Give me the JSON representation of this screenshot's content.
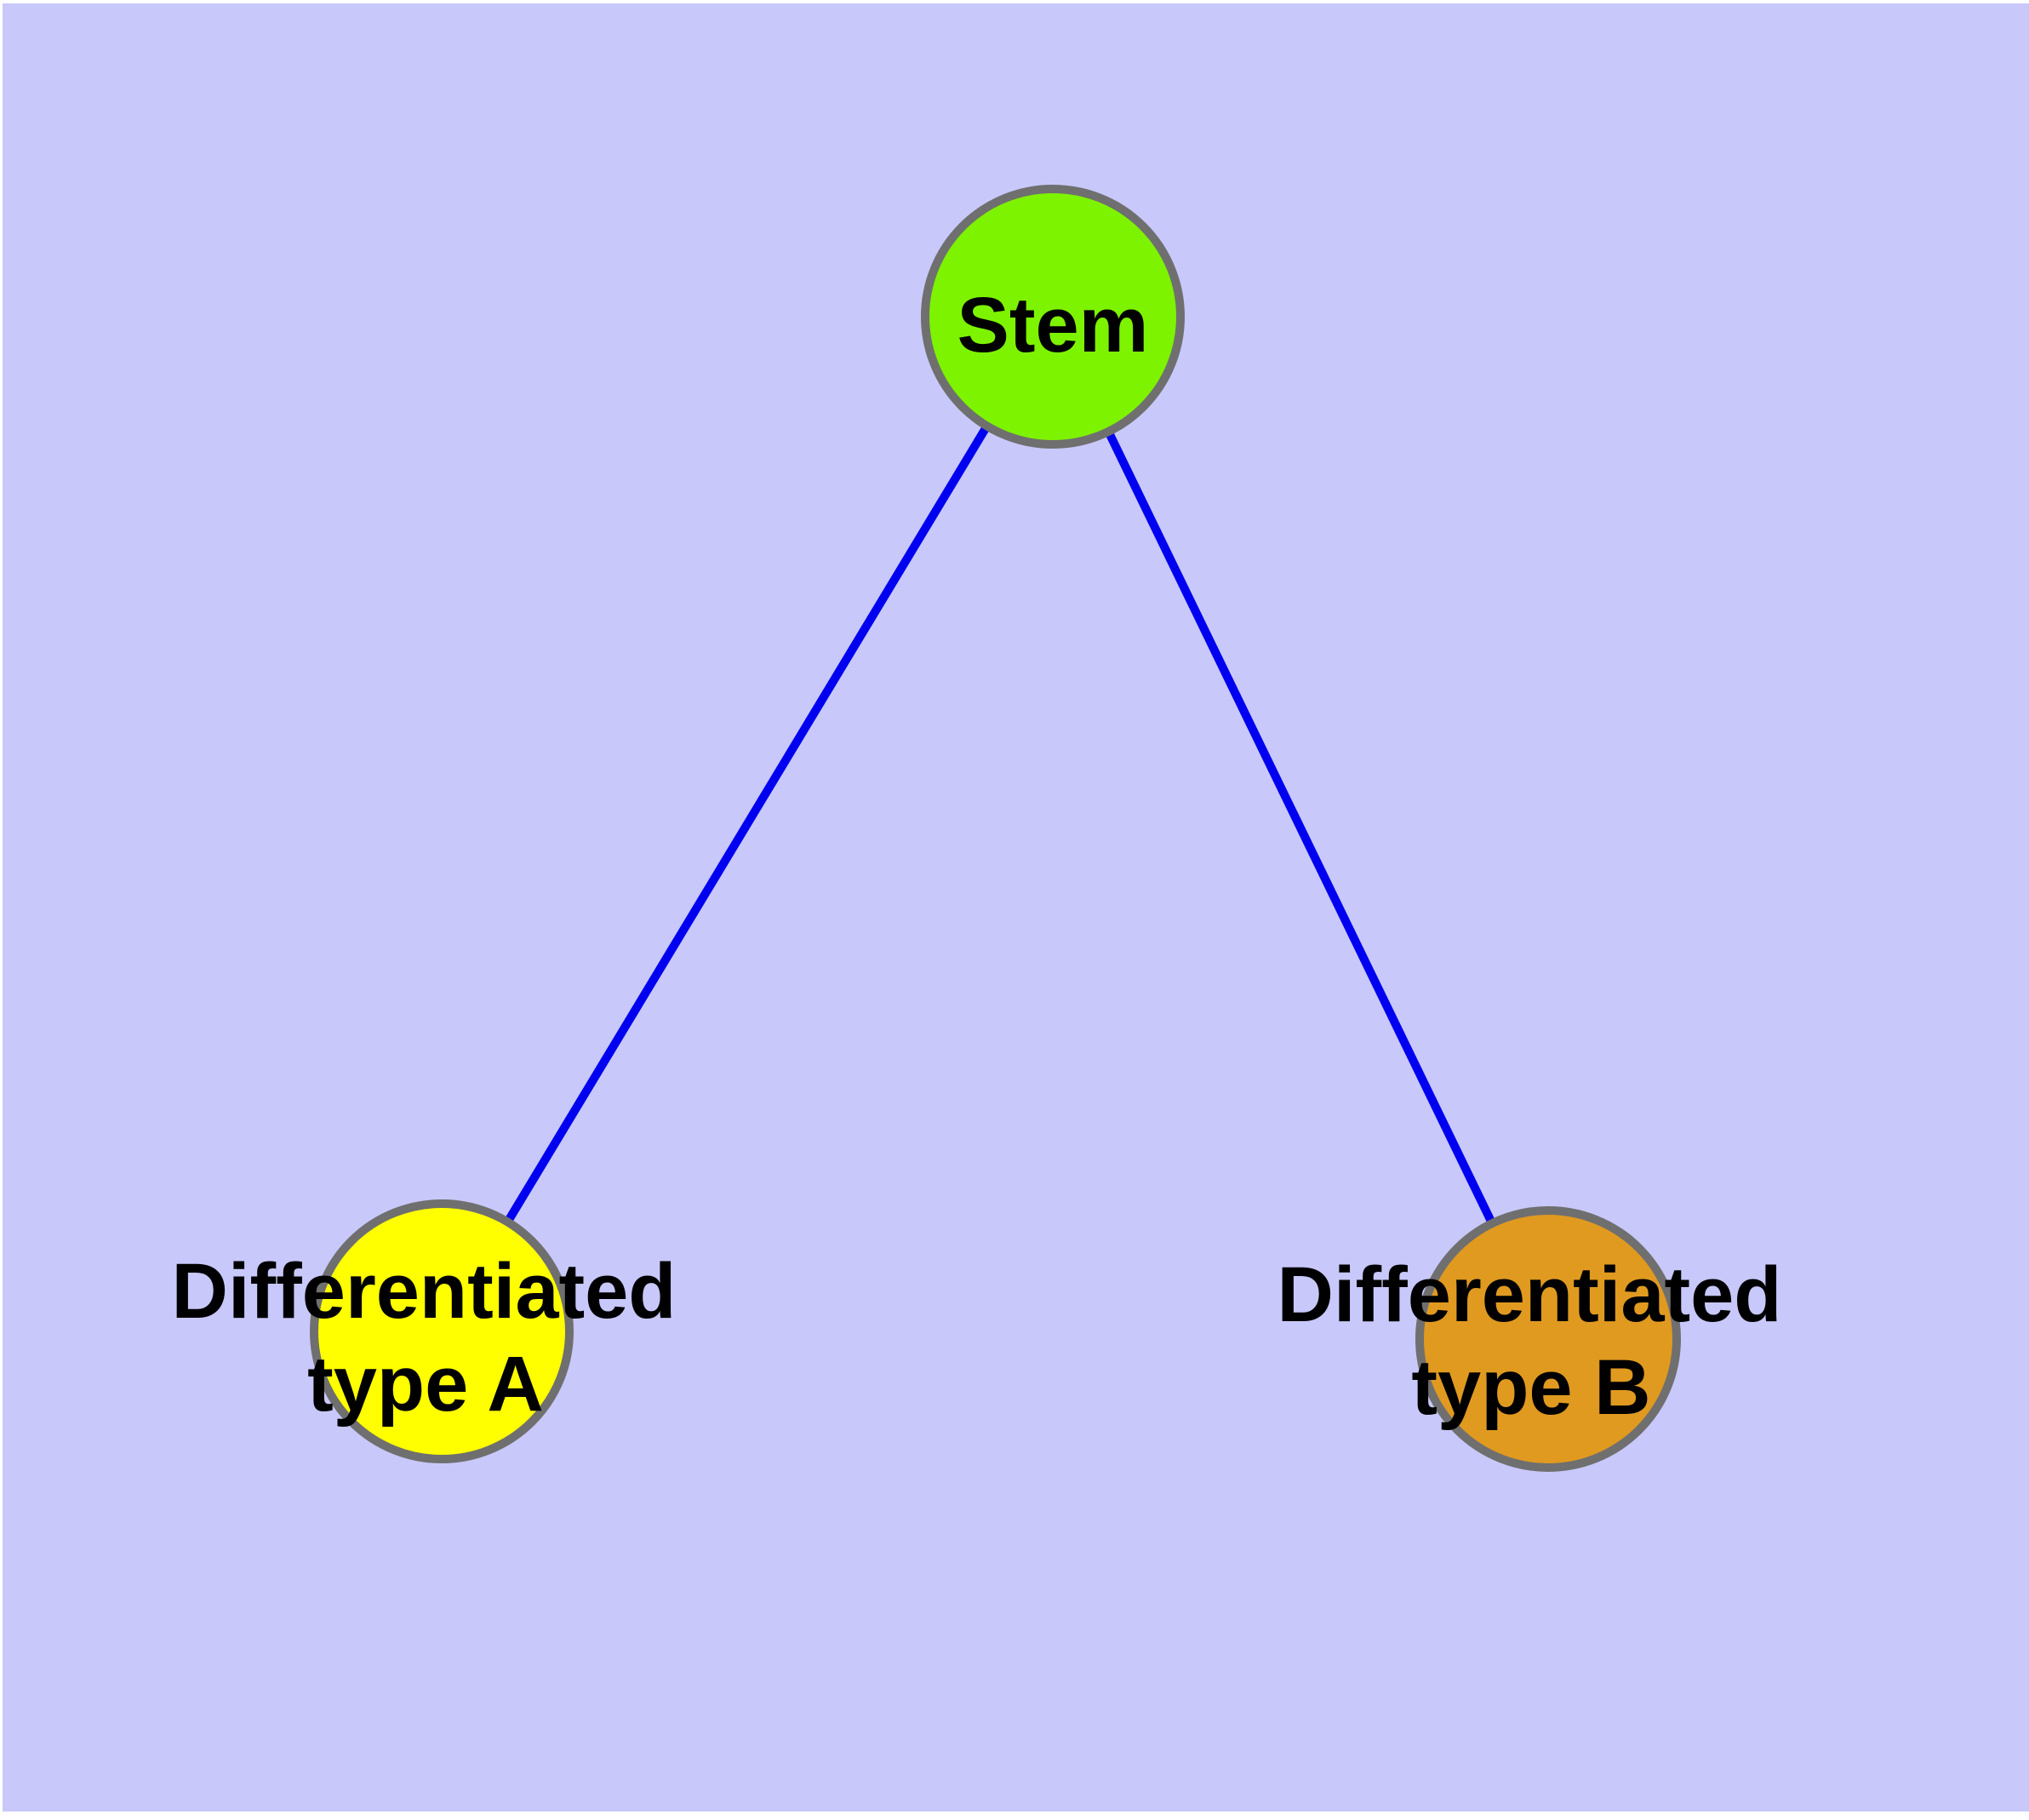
{
  "diagram": {
    "type": "node-link-graph",
    "background_color": "#C8C8FA",
    "page_margin_color": "#FFFFFF",
    "edge_color": "#0000F0",
    "node_border_color": "#6F6F6F",
    "text_color": "#000000",
    "nodes": [
      {
        "id": "stem",
        "label": "Stem",
        "lines": [
          "Stem"
        ],
        "fill_color": "#7DF300"
      },
      {
        "id": "differentiated-type-a",
        "label": "Differentiated type A",
        "lines": [
          "Differentiated",
          "type A"
        ],
        "fill_color": "#FFFF00"
      },
      {
        "id": "differentiated-type-b",
        "label": "Differentiated type B",
        "lines": [
          "Differentiated",
          "type B"
        ],
        "fill_color": "#E09A20"
      }
    ],
    "edges": [
      {
        "from": "stem",
        "to": "differentiated-type-a"
      },
      {
        "from": "stem",
        "to": "differentiated-type-b"
      }
    ]
  }
}
